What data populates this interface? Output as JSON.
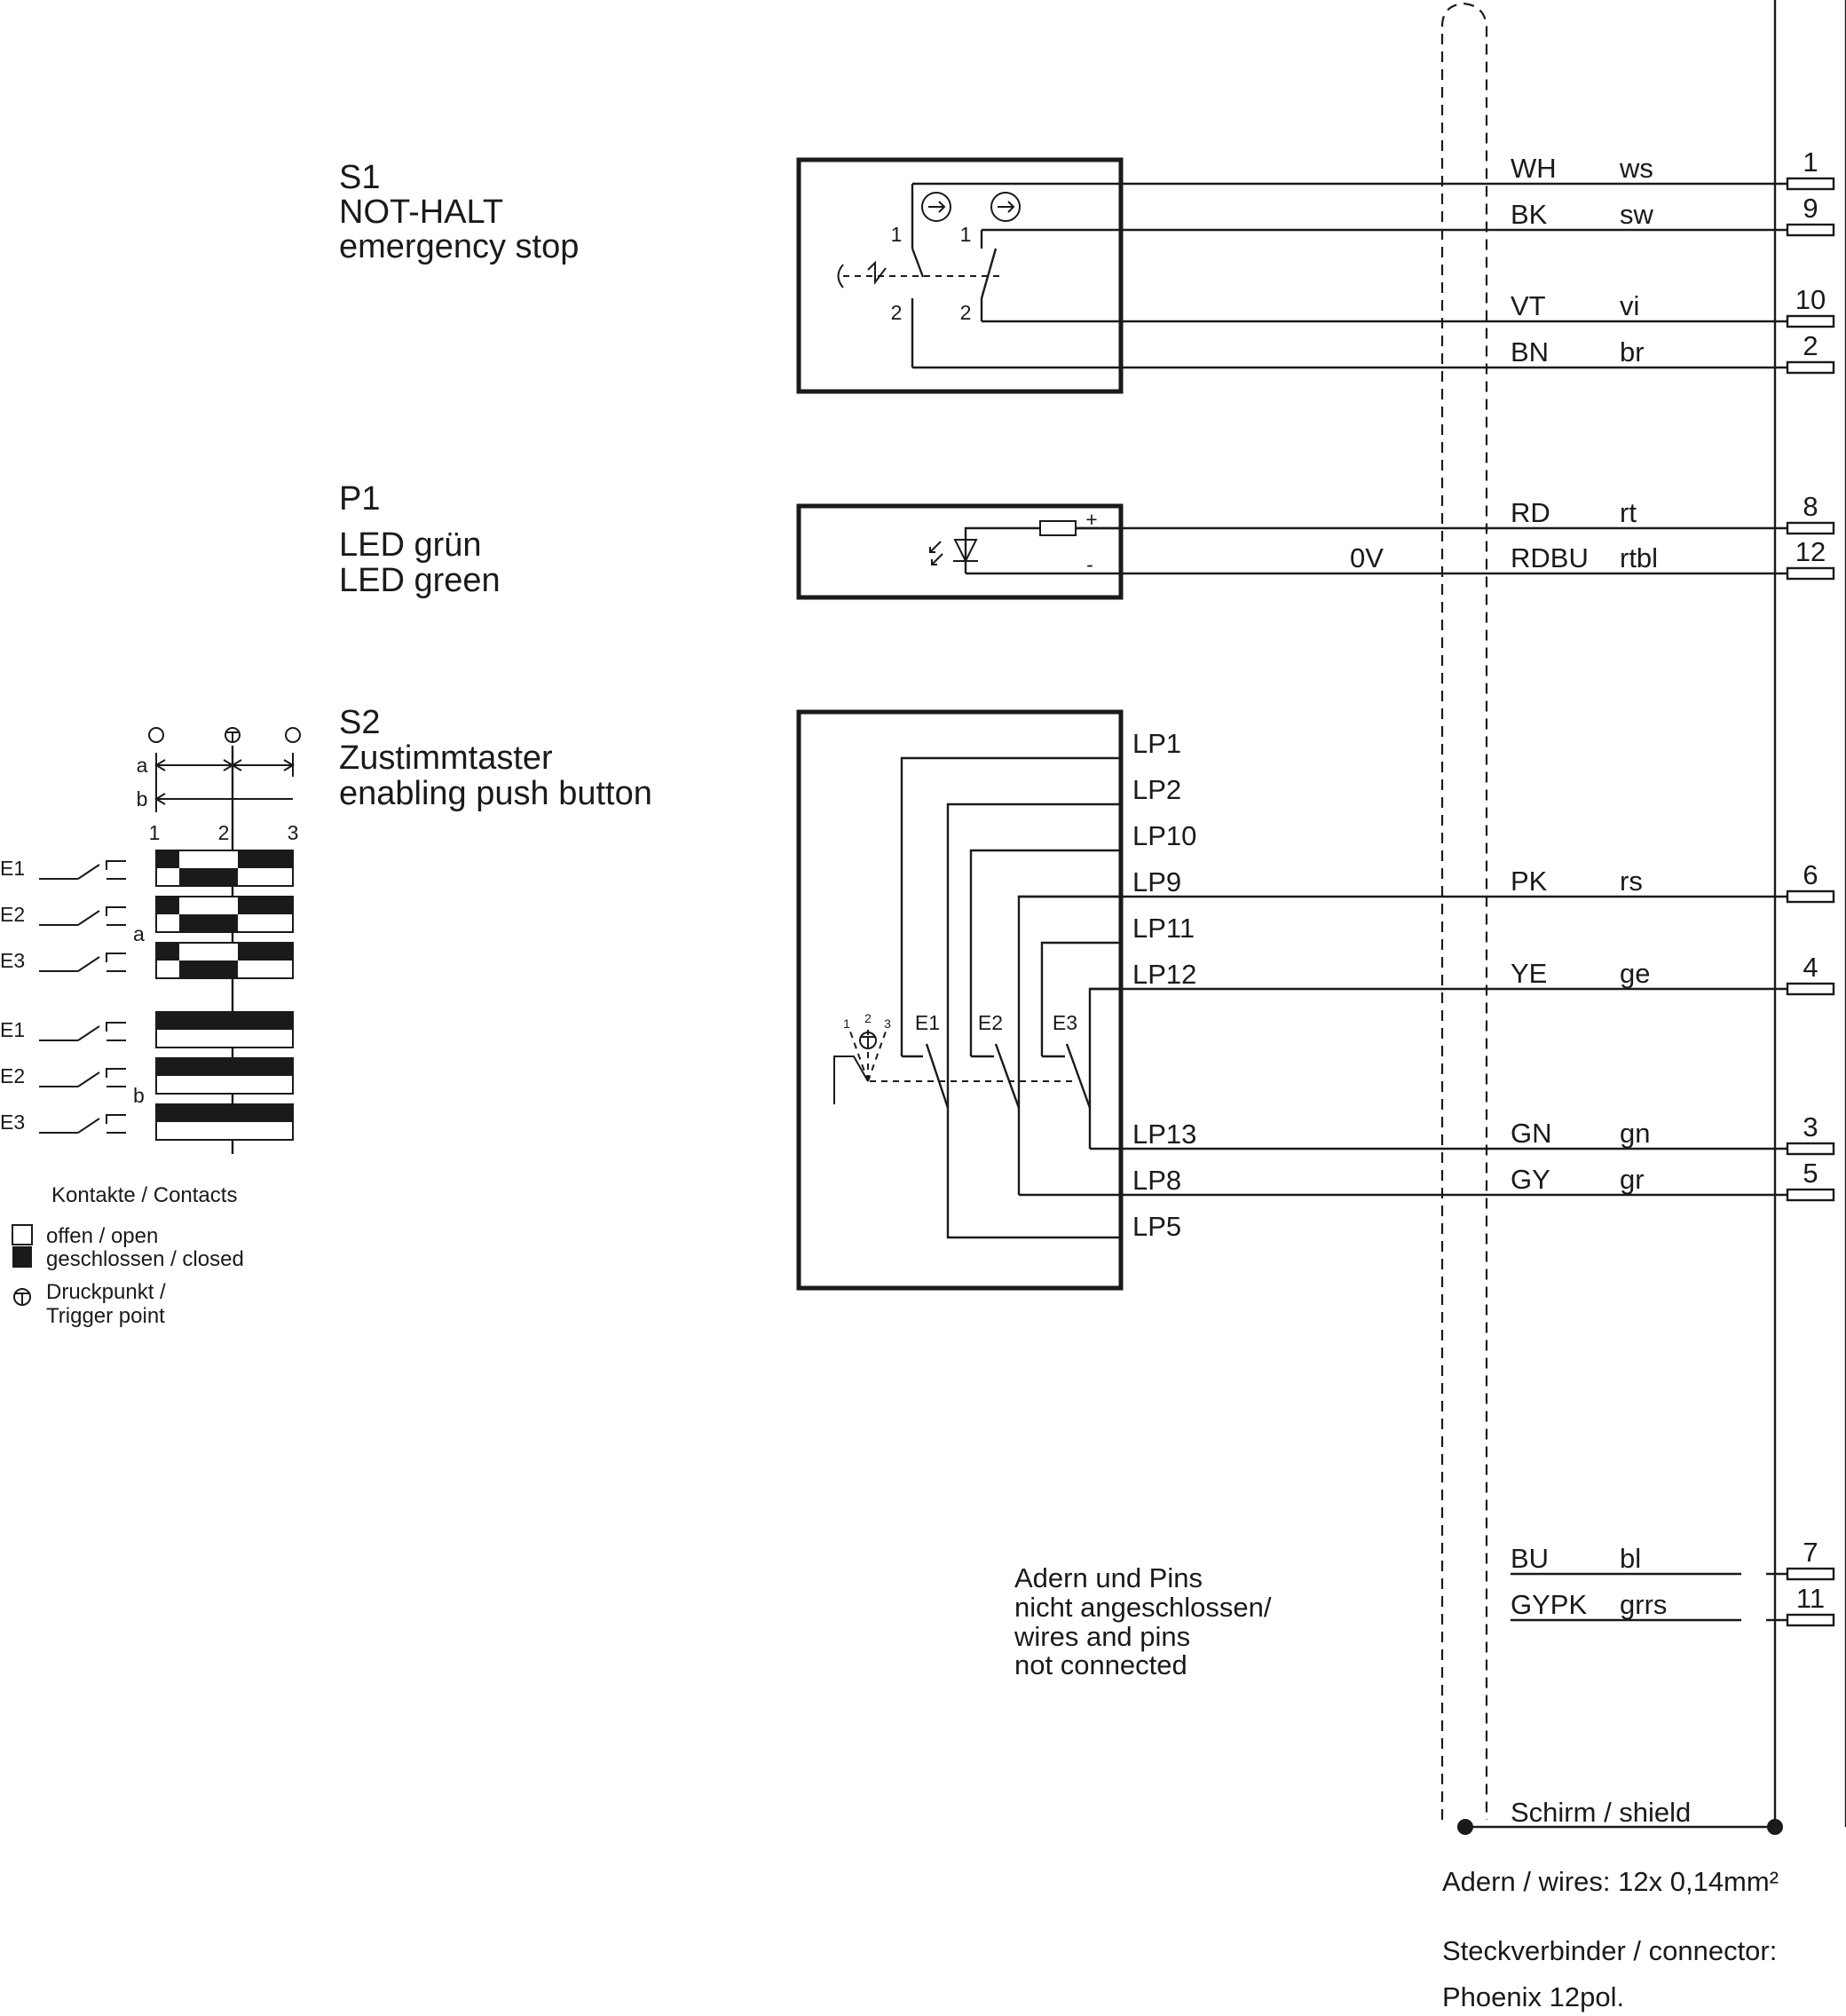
{
  "components": {
    "s1": {
      "id": "S1",
      "name_de": "NOT-HALT",
      "name_en": "emergency stop",
      "contact_top": "1",
      "contact_bottom": "2"
    },
    "p1": {
      "id": "P1",
      "name_de": "LED grün",
      "name_en": "LED green",
      "plus": "+",
      "minus": "-",
      "zero_volt": "0V"
    },
    "s2": {
      "id": "S2",
      "name_de": "Zustimmtaster",
      "name_en": "enabling push button",
      "switches": [
        "E1",
        "E2",
        "E3"
      ],
      "lp_pins": [
        "LP1",
        "LP2",
        "LP10",
        "LP9",
        "LP11",
        "LP12",
        "LP13",
        "LP8",
        "LP5"
      ],
      "act_positions": [
        "1",
        "2",
        "3"
      ]
    }
  },
  "wires": [
    {
      "code": "WH",
      "de": "ws",
      "pin": "1"
    },
    {
      "code": "BK",
      "de": "sw",
      "pin": "9"
    },
    {
      "code": "VT",
      "de": "vi",
      "pin": "10"
    },
    {
      "code": "BN",
      "de": "br",
      "pin": "2"
    },
    {
      "code": "RD",
      "de": "rt",
      "pin": "8"
    },
    {
      "code": "RDBU",
      "de": "rtbl",
      "pin": "12"
    },
    {
      "code": "PK",
      "de": "rs",
      "pin": "6"
    },
    {
      "code": "YE",
      "de": "ge",
      "pin": "4"
    },
    {
      "code": "GN",
      "de": "gn",
      "pin": "3"
    },
    {
      "code": "GY",
      "de": "gr",
      "pin": "5"
    },
    {
      "code": "BU",
      "de": "bl",
      "pin": "7"
    },
    {
      "code": "GYPK",
      "de": "grrs",
      "pin": "11"
    }
  ],
  "contact_table": {
    "positions": [
      "1",
      "2",
      "3"
    ],
    "range_labels": [
      "a",
      "b"
    ],
    "rows_a": [
      "E1",
      "E2",
      "E3"
    ],
    "rows_b": [
      "E1",
      "E2",
      "E3"
    ],
    "caption": "Kontakte / Contacts",
    "legend_open": "offen / open",
    "legend_closed": "geschlossen / closed",
    "legend_trigger_1": "Druckpunkt /",
    "legend_trigger_2": "Trigger point"
  },
  "not_connected": {
    "line1": "Adern und Pins",
    "line2": "nicht angeschlossen/",
    "line3": "wires and pins",
    "line4": "not connected"
  },
  "shield_label": "Schirm / shield",
  "footer": {
    "wires_spec": "Adern / wires: 12x 0,14mm²",
    "connector_1": "Steckverbinder / connector:",
    "connector_2": "Phoenix 12pol."
  }
}
